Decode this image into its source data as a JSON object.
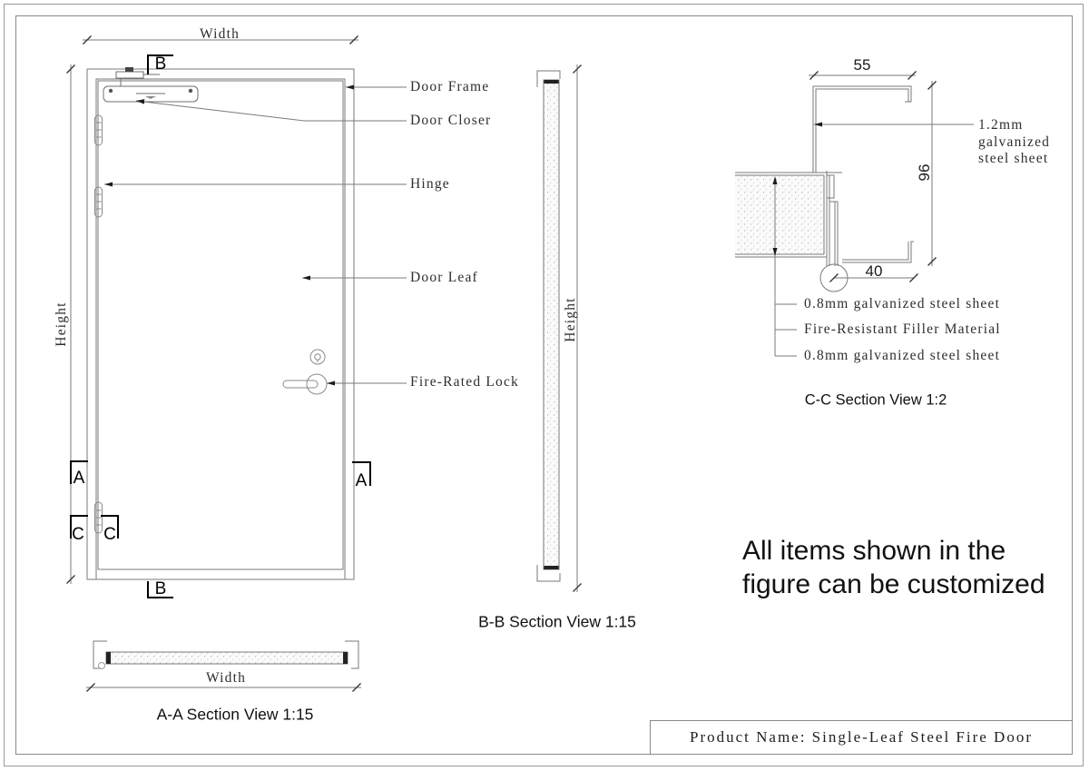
{
  "drawing": {
    "elevation": {
      "width_label": "Width",
      "height_label": "Height",
      "callouts": [
        {
          "label": "Door Frame"
        },
        {
          "label": "Door Closer"
        },
        {
          "label": "Hinge"
        },
        {
          "label": "Door Leaf"
        },
        {
          "label": "Fire-Rated Lock"
        }
      ],
      "section_markers": {
        "b": "B",
        "a": "A",
        "c": "C"
      }
    },
    "bb_section": {
      "height_label": "Height",
      "caption": "B-B Section View 1:15"
    },
    "aa_section": {
      "width_label": "Width",
      "caption": "A-A Section View 1:15"
    },
    "cc_section": {
      "caption": "C-C Section View 1:2",
      "dim_top": "55",
      "dim_right": "96",
      "dim_bottom": "40",
      "frame_sheet_note_lines": [
        "1.2mm",
        "galvanized",
        "steel sheet"
      ],
      "leaf_notes": [
        "0.8mm galvanized steel sheet",
        "Fire-Resistant Filler Material",
        "0.8mm galvanized steel sheet"
      ]
    },
    "note_lines": [
      "All items shown in the",
      "figure can be customized"
    ],
    "title_block": {
      "label": "Product Name: Single-Leaf Steel Fire Door"
    }
  },
  "colors": {
    "line": "#7a7a7a",
    "dark": "#1c1c1c",
    "text": "#2e2e2e"
  }
}
